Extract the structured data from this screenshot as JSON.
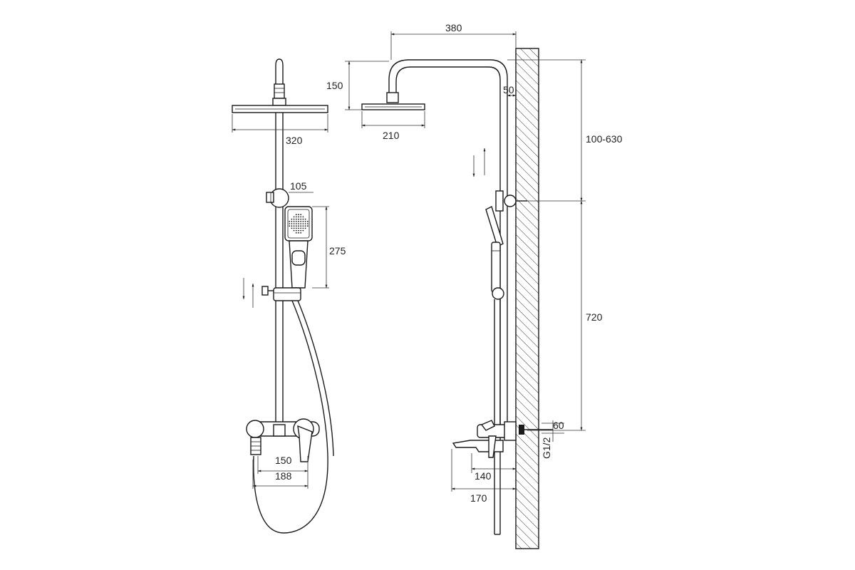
{
  "labels": {
    "overhead_width": "380",
    "overhead_height": "150",
    "arm_offset": "50",
    "rain_head_side": "210",
    "rain_head_front": "320",
    "height_adjust": "100-630",
    "holder_width": "105",
    "hand_shower_len": "275",
    "column_height": "720",
    "wall_offset": "60",
    "thread": "G1/2",
    "mixer_150": "150",
    "mixer_188": "188",
    "spout_140": "140",
    "spout_170": "170"
  },
  "colors": {
    "line": "#1a1a1a",
    "hatch": "#333333"
  },
  "icons": [
    "up-down-arrow-icon"
  ]
}
